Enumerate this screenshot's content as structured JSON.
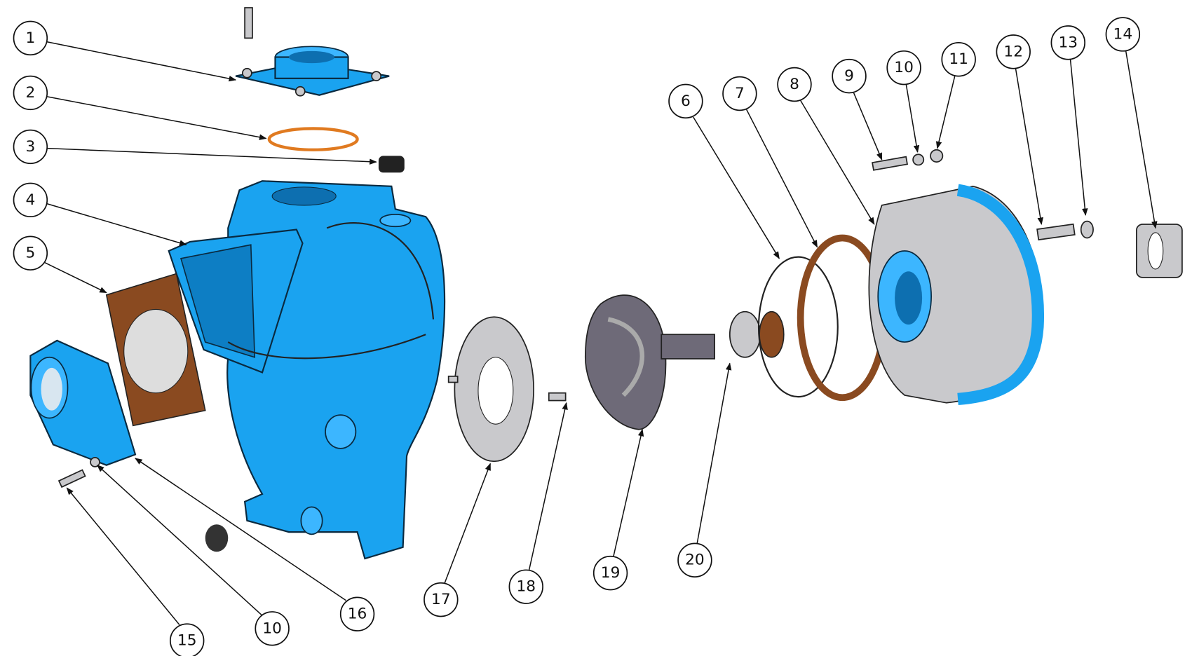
{
  "diagram": {
    "title": "Pump exploded view",
    "callouts": [
      "1",
      "2",
      "3",
      "4",
      "5",
      "6",
      "7",
      "8",
      "9",
      "10",
      "11",
      "12",
      "13",
      "14",
      "15",
      "10",
      "16",
      "17",
      "18",
      "19",
      "20"
    ]
  },
  "colors": {
    "casting": "#1aa3f0",
    "gasket": "#8a4a20",
    "oring": "#e07a20",
    "steel": "#c9c9cc",
    "impeller": "#6e6a78"
  }
}
